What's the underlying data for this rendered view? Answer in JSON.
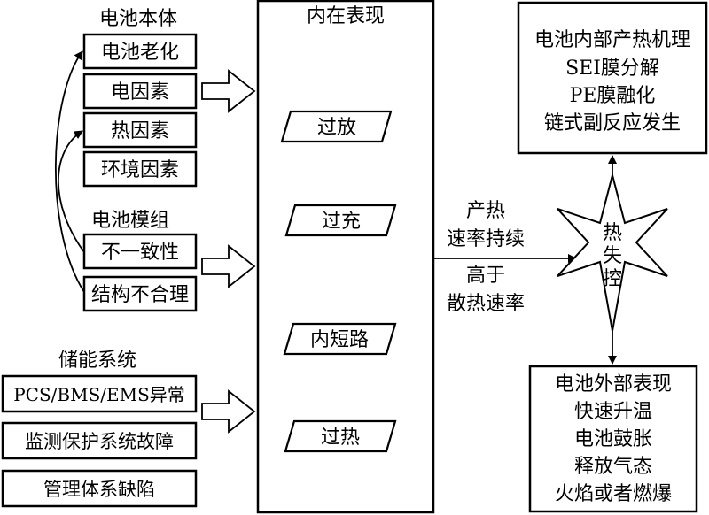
{
  "battery_body": {
    "heading": "电池本体",
    "items": [
      "电池老化",
      "电因素",
      "热因素",
      "环境因素"
    ]
  },
  "battery_module": {
    "heading": "电池模组",
    "items": [
      "不一致性",
      "结构不合理"
    ]
  },
  "storage_system": {
    "heading": "储能系统",
    "items": [
      "PCS/BMS/EMS异常",
      "监测保护系统故障",
      "管理体系缺陷"
    ]
  },
  "internal": {
    "heading": "内在表现",
    "items": [
      "过放",
      "过充",
      "内短路",
      "过热"
    ]
  },
  "condition": {
    "line1": "产热",
    "line2": "速率持续",
    "line3": "高于",
    "line4": "散热速率"
  },
  "thermal_runaway": {
    "lines": [
      "热",
      "失",
      "控"
    ]
  },
  "internal_mechanism": {
    "lines": [
      "电池内部产热机理",
      "SEI膜分解",
      "PE膜融化",
      "链式副反应发生"
    ]
  },
  "external": {
    "lines": [
      "电池外部表现",
      "快速升温",
      "电池鼓胀",
      "释放气态",
      "火焰或者燃爆"
    ]
  }
}
